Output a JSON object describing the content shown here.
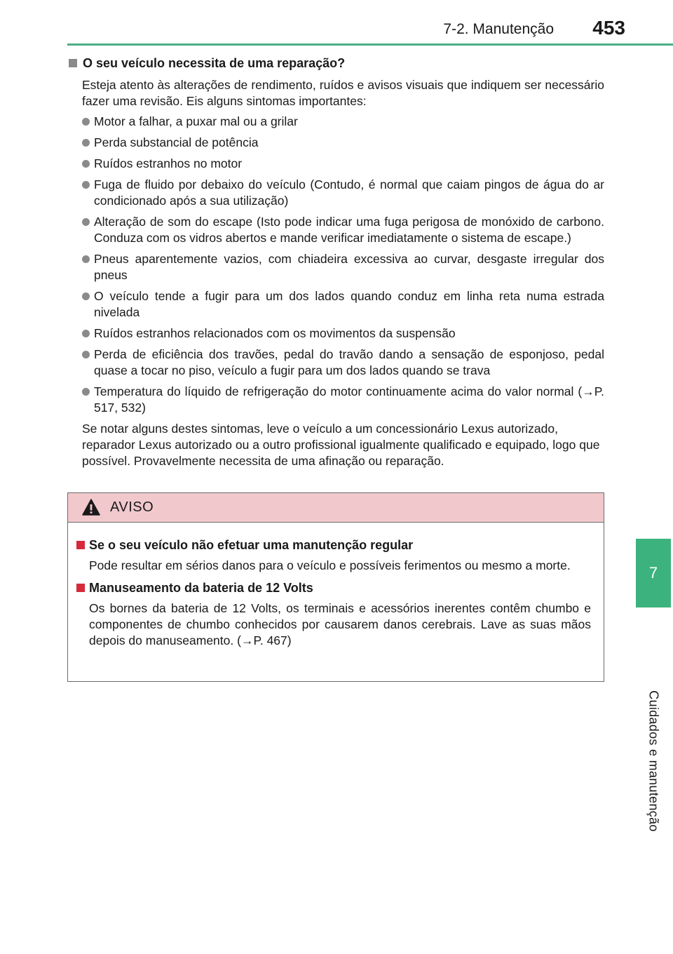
{
  "header": {
    "section": "7-2. Manutenção",
    "page_number": "453"
  },
  "side_tab": {
    "chapter": "7",
    "label": "Cuidados e manutenção"
  },
  "main": {
    "heading": "O seu veículo necessita de uma reparação?",
    "intro": "Esteja atento às alterações de rendimento, ruídos e avisos visuais que indiquem ser necessário fazer uma revisão. Eis alguns sintomas importantes:",
    "bullets": [
      "Motor a falhar, a puxar mal ou a grilar",
      "Perda substancial de potência",
      "Ruídos estranhos no motor",
      "Fuga de fluido por debaixo do veículo (Contudo, é normal que caiam pingos de água do ar condicionado após a sua utilização)",
      "Alteração de som do escape (Isto pode indicar uma fuga perigosa de monóxido de carbono. Conduza com os vidros abertos e mande verificar imediatamente o sistema de escape.)",
      "Pneus aparentemente vazios, com chiadeira excessiva ao curvar, desgaste irregular dos pneus",
      "O veículo tende a fugir para um dos lados quando conduz em linha reta numa estrada nivelada",
      "Ruídos estranhos relacionados com os movimentos da suspensão",
      "Perda de eficiência dos travões, pedal do travão dando a sensação de esponjoso, pedal quase a tocar no piso, veículo a fugir para um dos lados quando se trava",
      "Temperatura do líquido de refrigeração do motor continuamente acima do valor normal (→P. 517, 532)"
    ],
    "closing": "Se notar alguns destes sintomas, leve o veículo a um concessionário Lexus autorizado, reparador Lexus autorizado ou a outro profissional igualmente qualificado e equipado, logo que possível. Provavelmente necessita de uma afinação ou reparação."
  },
  "warning": {
    "title": "AVISO",
    "items": [
      {
        "heading": "Se o seu veículo não efetuar uma manutenção regular",
        "text": "Pode resultar em sérios danos para o veículo e possíveis ferimentos ou mesmo a morte."
      },
      {
        "heading": "Manuseamento da bateria de 12 Volts",
        "text": "Os bornes da bateria de 12 Volts, os terminais e acessórios inerentes contêm chumbo e componentes de chumbo conhecidos por causarem danos cerebrais. Lave as suas mãos depois do manuseamento. (→P. 467)"
      }
    ]
  },
  "colors": {
    "accent_green": "#3cb37e",
    "warning_header": "#f1c8cc",
    "warning_square": "#d62a3a"
  }
}
